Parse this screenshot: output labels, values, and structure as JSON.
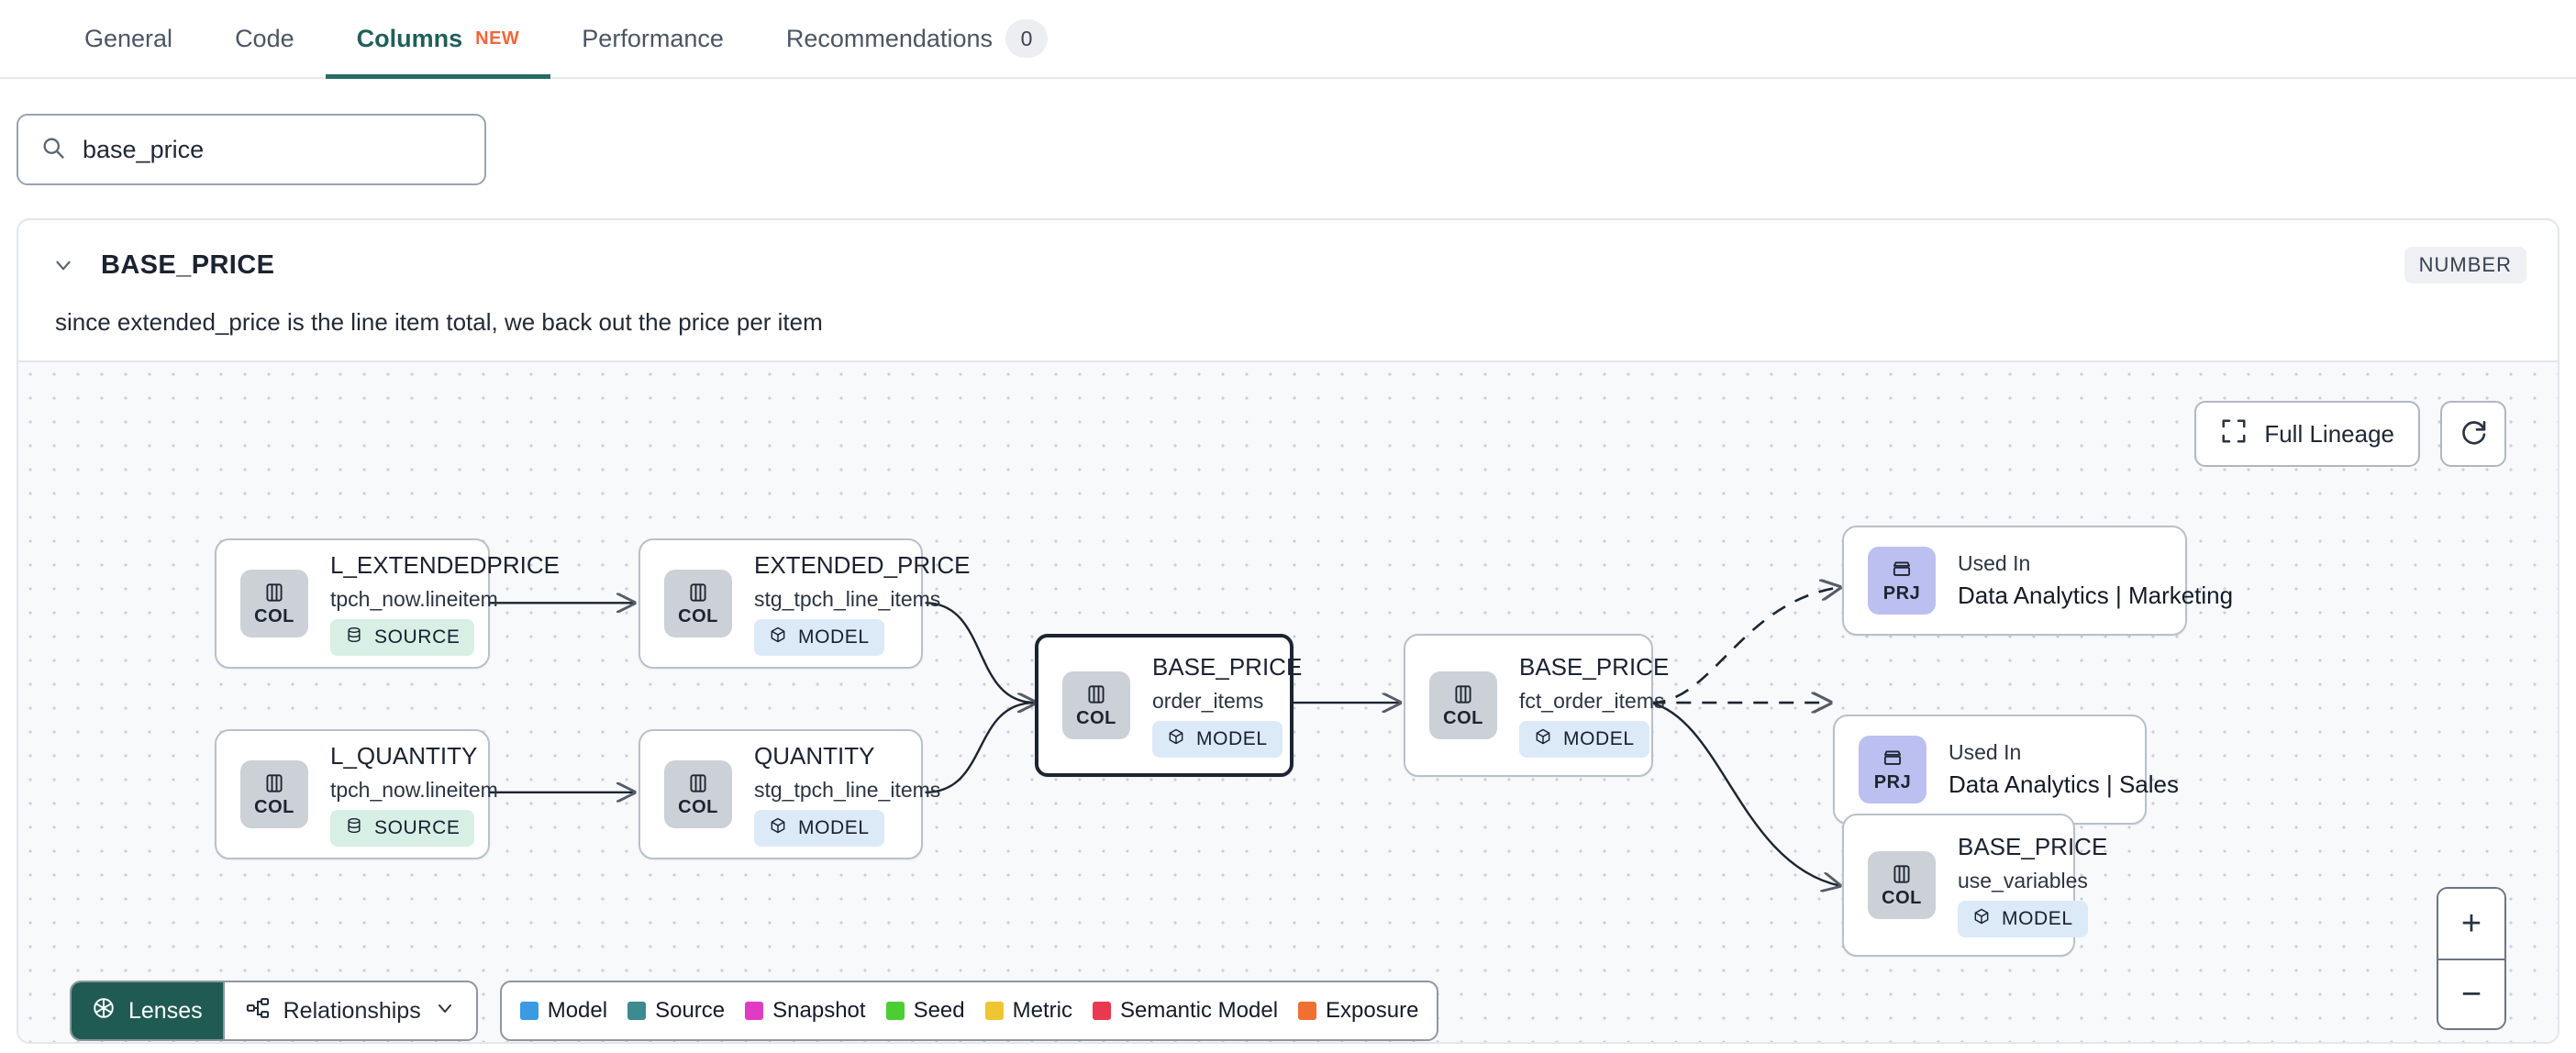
{
  "tabs": [
    {
      "label": "General",
      "active": false,
      "badge": null,
      "count": null
    },
    {
      "label": "Code",
      "active": false,
      "badge": null,
      "count": null
    },
    {
      "label": "Columns",
      "active": true,
      "badge": "NEW",
      "count": null
    },
    {
      "label": "Performance",
      "active": false,
      "badge": null,
      "count": null
    },
    {
      "label": "Recommendations",
      "active": false,
      "badge": null,
      "count": "0"
    }
  ],
  "search": {
    "value": "base_price",
    "placeholder": "Search columns",
    "icon": "search-icon"
  },
  "column": {
    "name": "BASE_PRICE",
    "data_type": "NUMBER",
    "description": "since extended_price is the line item total, we back out the price per item",
    "expanded": true
  },
  "lineage": {
    "full_lineage_label": "Full Lineage",
    "refresh_label": "",
    "zoom_in_label": "+",
    "zoom_out_label": "−",
    "lenses_label": "Lenses",
    "relationships_label": "Relationships",
    "nodes": [
      {
        "id": "l_extendedprice",
        "chip": "COL",
        "title": "L_EXTENDEDPRICE",
        "subtitle": "tpch_now.lineitem",
        "kind": "SOURCE",
        "kind_class": "source",
        "selected": false
      },
      {
        "id": "l_quantity",
        "chip": "COL",
        "title": "L_QUANTITY",
        "subtitle": "tpch_now.lineitem",
        "kind": "SOURCE",
        "kind_class": "source",
        "selected": false
      },
      {
        "id": "extended_price",
        "chip": "COL",
        "title": "EXTENDED_PRICE",
        "subtitle": "stg_tpch_line_items",
        "kind": "MODEL",
        "kind_class": "model",
        "selected": false
      },
      {
        "id": "quantity",
        "chip": "COL",
        "title": "QUANTITY",
        "subtitle": "stg_tpch_line_items",
        "kind": "MODEL",
        "kind_class": "model",
        "selected": false
      },
      {
        "id": "base_price_order_items",
        "chip": "COL",
        "title": "BASE_PRICE",
        "subtitle": "order_items",
        "kind": "MODEL",
        "kind_class": "model",
        "selected": true
      },
      {
        "id": "base_price_fct",
        "chip": "COL",
        "title": "BASE_PRICE",
        "subtitle": "fct_order_items",
        "kind": "MODEL",
        "kind_class": "model",
        "selected": false
      },
      {
        "id": "prj_marketing",
        "chip": "PRJ",
        "title": "Used In",
        "subtitle": "Data Analytics | Marketing",
        "kind": null,
        "kind_class": null,
        "selected": false
      },
      {
        "id": "prj_sales",
        "chip": "PRJ",
        "title": "Used In",
        "subtitle": "Data Analytics | Sales",
        "kind": null,
        "kind_class": null,
        "selected": false
      },
      {
        "id": "base_price_use_variables",
        "chip": "COL",
        "title": "BASE_PRICE",
        "subtitle": "use_variables",
        "kind": "MODEL",
        "kind_class": "model",
        "selected": false
      }
    ],
    "legend": [
      {
        "label": "Model",
        "color": "#3b9ae1"
      },
      {
        "label": "Source",
        "color": "#3d8a8f"
      },
      {
        "label": "Snapshot",
        "color": "#e13bc4"
      },
      {
        "label": "Seed",
        "color": "#4ccd32"
      },
      {
        "label": "Metric",
        "color": "#efc533"
      },
      {
        "label": "Semantic Model",
        "color": "#e8394f"
      },
      {
        "label": "Exposure",
        "color": "#ef7033"
      }
    ]
  },
  "colors": {
    "accent": "#276b68",
    "new_badge": "#f1663a",
    "lenses_bg": "#1f5b52",
    "source_pill_bg": "#d7efe5",
    "model_pill_bg": "#dceaf8",
    "prj_chip_bg": "#bcc0f0",
    "col_chip_bg": "#ccd0d7"
  }
}
